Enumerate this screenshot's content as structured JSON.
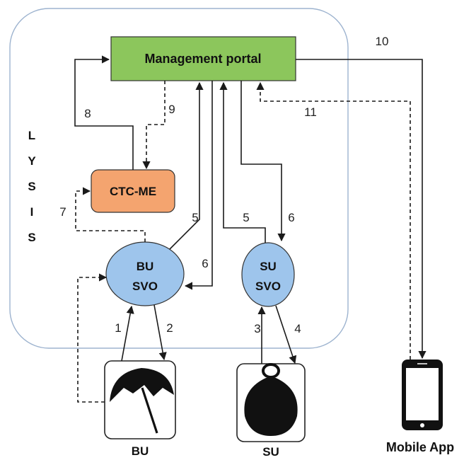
{
  "system": {
    "side_label": [
      "L",
      "Y",
      "S",
      "I",
      "S"
    ]
  },
  "nodes": {
    "portal": {
      "label": "Management portal",
      "fill": "#8cc65c"
    },
    "ctc": {
      "label": "CTC-ME",
      "fill": "#f4a46f"
    },
    "bu_svo": {
      "line1": "BU",
      "line2": "SVO",
      "fill": "#9ec5ec"
    },
    "su_svo": {
      "line1": "SU",
      "line2": "SVO",
      "fill": "#9ec5ec"
    }
  },
  "devices": {
    "bu": {
      "label": "BU",
      "icon": "umbrella-icon"
    },
    "su": {
      "label": "SU",
      "icon": "weight-icon"
    },
    "mobile": {
      "label": "Mobile App",
      "icon": "smartphone-icon"
    }
  },
  "edges": {
    "e1": "1",
    "e2": "2",
    "e3": "3",
    "e4": "4",
    "e5_bu": "5",
    "e6_bu": "6",
    "e5_su": "5",
    "e6_su": "6",
    "e7": "7",
    "e8": "8",
    "e9": "9",
    "e10": "10",
    "e11": "11"
  },
  "colors": {
    "boundary": "#9db3cf",
    "line": "#1a1a1a"
  }
}
